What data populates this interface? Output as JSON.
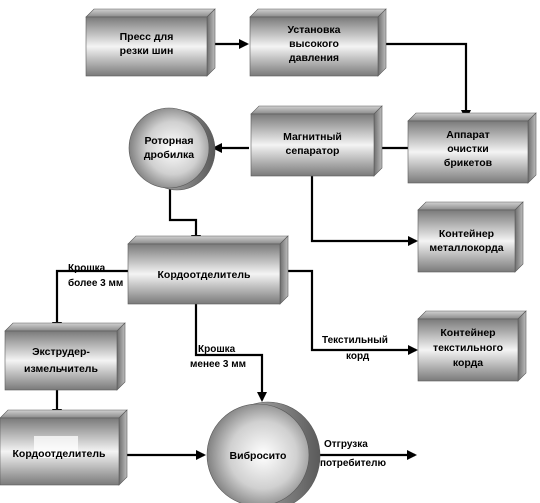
{
  "diagram": {
    "nodes": [
      {
        "id": "press",
        "shape": "box",
        "lines": [
          "Пресс для",
          "резки шин"
        ]
      },
      {
        "id": "highpressure",
        "shape": "box",
        "lines": [
          "Установка",
          "высокого",
          "давления"
        ]
      },
      {
        "id": "briquette",
        "shape": "box",
        "lines": [
          "Аппарат",
          "очистки",
          "брикетов"
        ]
      },
      {
        "id": "magnet",
        "shape": "box",
        "lines": [
          "Магнитный",
          "сепаратор"
        ]
      },
      {
        "id": "rotor",
        "shape": "circle",
        "lines": [
          "Роторная",
          "дробилка"
        ]
      },
      {
        "id": "metalcord",
        "shape": "box",
        "lines": [
          "Контейнер",
          "металлокорда"
        ]
      },
      {
        "id": "cordsep1",
        "shape": "box",
        "lines": [
          "Кордоотделитель"
        ]
      },
      {
        "id": "extruder",
        "shape": "box",
        "lines": [
          "Экструдер-",
          "измельчитель"
        ]
      },
      {
        "id": "textilecont",
        "shape": "box",
        "lines": [
          "Контейнер",
          "текстильного",
          "корда"
        ]
      },
      {
        "id": "cordsep2",
        "shape": "box",
        "lines": [
          "Кордоотделитель"
        ]
      },
      {
        "id": "vibro",
        "shape": "circle",
        "lines": [
          "Вибросито"
        ]
      }
    ],
    "edges": [
      {
        "from": "press",
        "to": "highpressure",
        "lines": []
      },
      {
        "from": "highpressure",
        "to": "briquette",
        "lines": []
      },
      {
        "from": "briquette",
        "to": "magnet",
        "lines": []
      },
      {
        "from": "magnet",
        "to": "rotor",
        "lines": []
      },
      {
        "from": "magnet",
        "to": "metalcord",
        "lines": []
      },
      {
        "from": "rotor",
        "to": "cordsep1",
        "lines": []
      },
      {
        "from": "cordsep1",
        "to": "extruder",
        "lines": [
          "Крошка",
          "более 3 мм"
        ]
      },
      {
        "from": "cordsep1",
        "to": "vibro",
        "lines": [
          "Крошка",
          "менее 3 мм"
        ]
      },
      {
        "from": "cordsep1",
        "to": "textilecont",
        "lines": [
          "Текстильный",
          "корд"
        ]
      },
      {
        "from": "extruder",
        "to": "cordsep2",
        "lines": []
      },
      {
        "from": "cordsep2",
        "to": "vibro",
        "lines": []
      },
      {
        "from": "vibro",
        "to": "output",
        "lines": [
          "Отгрузка",
          "потребителю"
        ]
      }
    ]
  }
}
